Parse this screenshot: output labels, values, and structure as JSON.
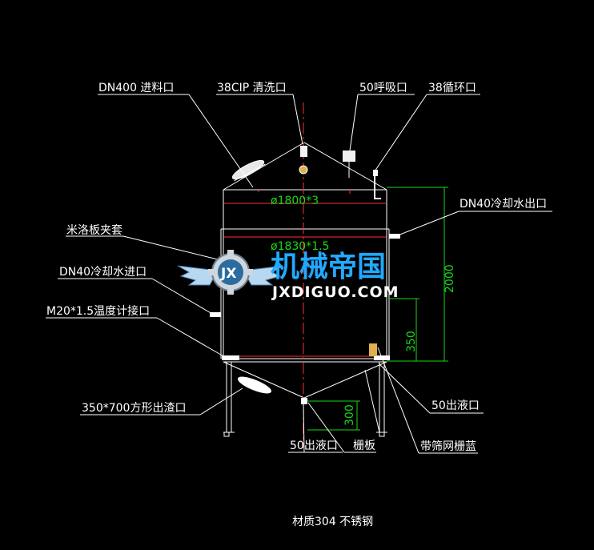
{
  "labels": {
    "feed_port": "DN400 进料口",
    "cip_port": "38CIP 清洗口",
    "breather_port": "50呼吸口",
    "circulation_port": "38循环口",
    "cooling_outlet": "DN40冷却水出口",
    "jacket": "米洛板夹套",
    "cooling_inlet": "DN40冷却水进口",
    "temp_port": "M20*1.5温度计接口",
    "square_outlet": "350*700方形出渣口",
    "outlet_right": "50出液口",
    "outlet_bottom": "50出液口",
    "grid_plate": "栅板",
    "mesh_basket": "带筛网栅蓝",
    "material": "材质304 不锈钢"
  },
  "dimensions": {
    "inner_diameter": "ø1800*3",
    "outer_diameter": "ø1830*1.5",
    "height": "2000",
    "outlet_height": "350",
    "cone_depth": "300"
  },
  "watermark": {
    "title": "机械帝国",
    "url": "JXDIGUO.COM",
    "badge": "JX"
  },
  "colors": {
    "background": "#000000",
    "vessel": "#ffffff",
    "centerline": "#ff3030",
    "dimension": "#19d619",
    "watermark": "#21a9ff"
  }
}
